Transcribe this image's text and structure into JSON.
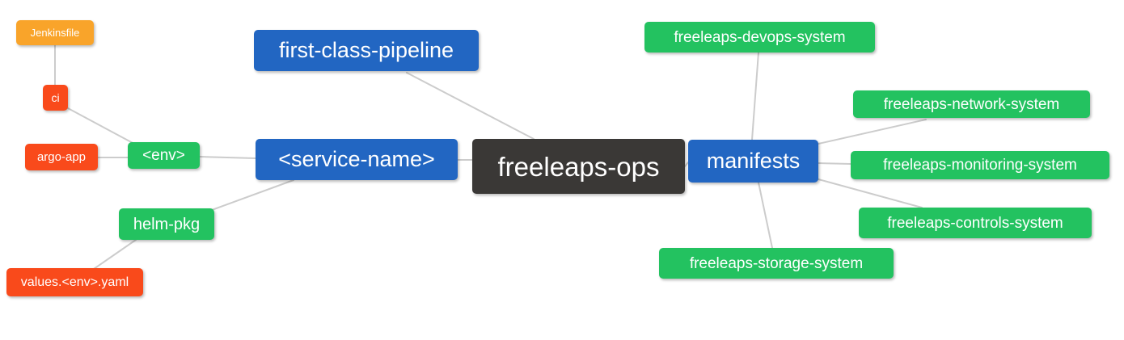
{
  "nodes": {
    "root": {
      "label": "freeleaps-ops"
    },
    "first_class_pipeline": {
      "label": "first-class-pipeline"
    },
    "service_name": {
      "label": "<service-name>"
    },
    "env": {
      "label": "<env>"
    },
    "argo_app": {
      "label": "argo-app"
    },
    "ci": {
      "label": "ci"
    },
    "jenkinsfile": {
      "label": "Jenkinsfile"
    },
    "helm_pkg": {
      "label": "helm-pkg"
    },
    "values_env_yaml": {
      "label": "values.<env>.yaml"
    },
    "manifests": {
      "label": "manifests"
    },
    "devops_system": {
      "label": "freeleaps-devops-system"
    },
    "network_system": {
      "label": "freeleaps-network-system"
    },
    "monitoring_system": {
      "label": "freeleaps-monitoring-system"
    },
    "controls_system": {
      "label": "freeleaps-controls-system"
    },
    "storage_system": {
      "label": "freeleaps-storage-system"
    }
  },
  "edges": [
    {
      "from": "jenkinsfile",
      "to": "ci"
    },
    {
      "from": "ci",
      "to": "env"
    },
    {
      "from": "argo_app",
      "to": "env"
    },
    {
      "from": "env",
      "to": "service_name"
    },
    {
      "from": "helm_pkg",
      "to": "service_name"
    },
    {
      "from": "values_env_yaml",
      "to": "helm_pkg"
    },
    {
      "from": "first_class_pipeline",
      "to": "root"
    },
    {
      "from": "service_name",
      "to": "root"
    },
    {
      "from": "root",
      "to": "manifests"
    },
    {
      "from": "manifests",
      "to": "devops_system"
    },
    {
      "from": "manifests",
      "to": "network_system"
    },
    {
      "from": "manifests",
      "to": "monitoring_system"
    },
    {
      "from": "manifests",
      "to": "controls_system"
    },
    {
      "from": "manifests",
      "to": "storage_system"
    }
  ],
  "colors": {
    "root_bg": "#3a3836",
    "branch_bg": "#2266c2",
    "leaf_green_bg": "#23c260",
    "leaf_red_bg": "#f94a1b",
    "leaf_amber_bg": "#f9a42a",
    "edge": "#cccccc",
    "text": "#ffffff"
  }
}
